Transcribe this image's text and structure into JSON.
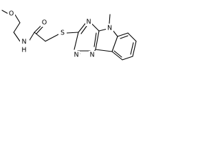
{
  "atoms": {
    "o_ether": "O",
    "n_amide": "N",
    "h_amide": "H",
    "o_carbonyl": "O",
    "s_thio": "S",
    "n3": "N",
    "n5": "N",
    "n_c1": "N",
    "n_c2": "N",
    "methyl": "CH3"
  }
}
